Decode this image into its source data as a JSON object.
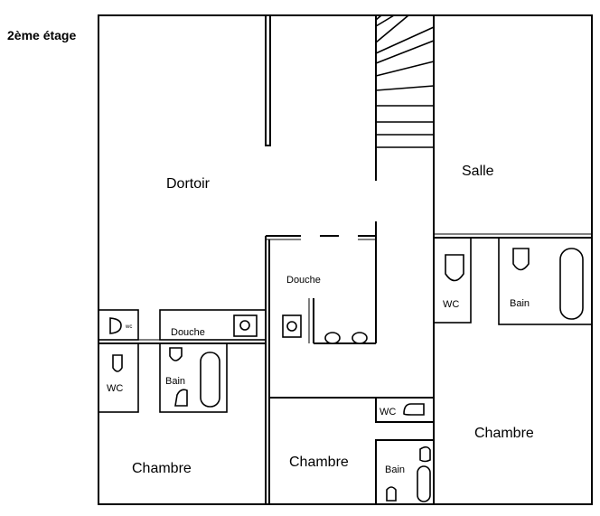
{
  "floor_label": "2ème étage",
  "rooms": {
    "dortoir": "Dortoir",
    "salle": "Salle",
    "chambre_left": "Chambre",
    "chambre_middle": "Chambre",
    "chambre_right": "Chambre"
  },
  "fixtures": {
    "douche_middle": "Douche",
    "douche_left": "Douche",
    "wc_tiny": "wc",
    "wc_left": "WC",
    "bain_left": "Bain",
    "wc_right": "WC",
    "bain_right": "Bain",
    "wc_middle": "WC",
    "bain_middle": "Bain"
  }
}
